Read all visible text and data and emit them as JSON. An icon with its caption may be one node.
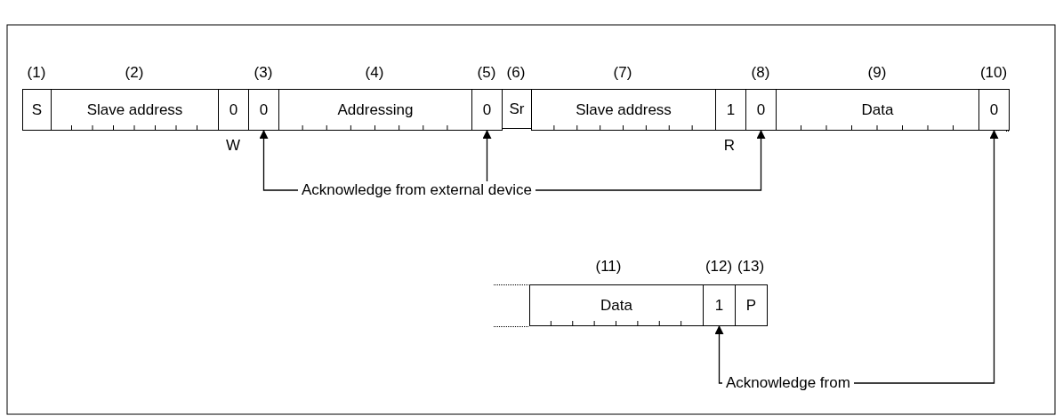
{
  "diagram": {
    "nodes": [
      {
        "text": [
          "S"
        ]
      },
      {
        "text": [
          "Slave address"
        ]
      },
      {
        "text": [
          "0"
        ]
      },
      {
        "text": [
          "0"
        ]
      },
      {
        "text": [
          "Addressing"
        ]
      },
      {
        "text": [
          "0"
        ]
      },
      {
        "text": [
          "Sr"
        ]
      },
      {
        "text": [
          "Slave address"
        ]
      },
      {
        "text": [
          "1"
        ]
      },
      {
        "text": [
          "0"
        ]
      },
      {
        "text": [
          "Data"
        ]
      },
      {
        "text": [
          "0"
        ]
      },
      {
        "text": [
          "Data"
        ]
      },
      {
        "text": [
          "1"
        ]
      },
      {
        "text": [
          "P"
        ]
      },
      {
        "text": [
          "Acknowledge from external device"
        ]
      },
      {
        "text": [
          "Acknowledge from"
        ]
      }
    ],
    "edges": [
      {
        "from": 15,
        "to": 3,
        "arrow": "to"
      },
      {
        "from": 15,
        "to": 5,
        "arrow": "to"
      },
      {
        "from": 15,
        "to": 9,
        "arrow": "to"
      },
      {
        "from": 16,
        "to": 13,
        "arrow": "to"
      },
      {
        "from": 16,
        "to": 11,
        "arrow": "to"
      }
    ],
    "labels": [
      "(1)",
      "(2)",
      "(3)",
      "(4)",
      "(5)",
      "(6)",
      "(7)",
      "(8)",
      "(9)",
      "(10)",
      "W",
      "R",
      "(11)",
      "(12)",
      "(13)"
    ]
  }
}
